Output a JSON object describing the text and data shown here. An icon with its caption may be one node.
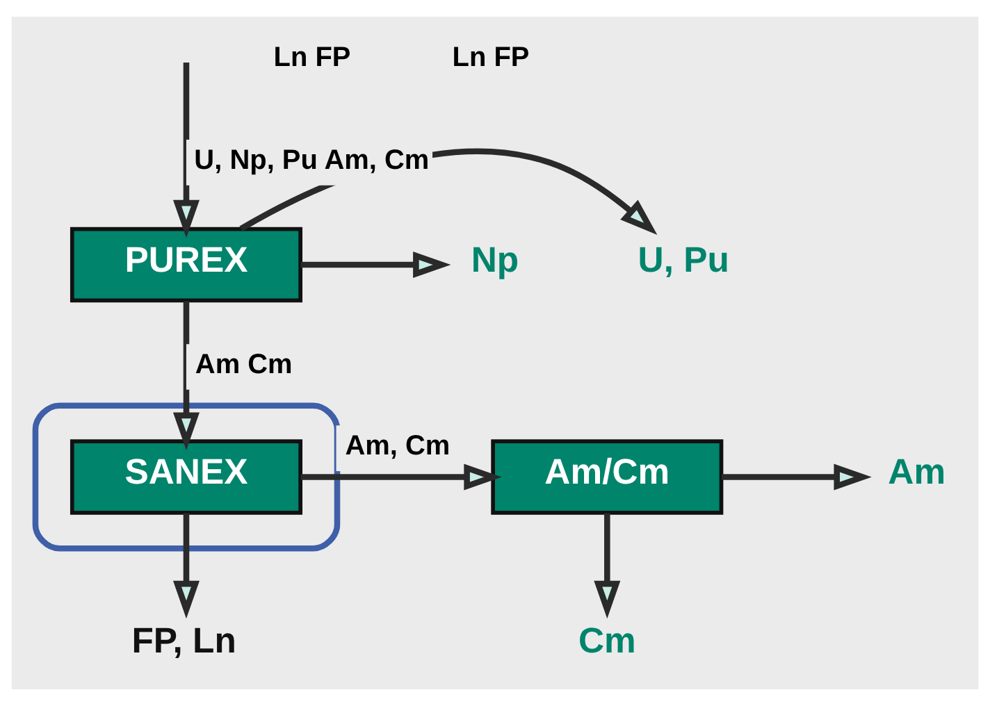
{
  "diagram": {
    "nodes": [
      {
        "text": [
          "PUREX"
        ]
      },
      {
        "text": [],
        "shape": "ellipse"
      },
      {
        "text": [
          "SANEX"
        ],
        "in": 1
      },
      {
        "text": [
          "Am/Cm"
        ]
      },
      {
        "text": [
          "U, Pu"
        ]
      },
      {
        "text": [
          "Np"
        ]
      },
      {
        "text": [
          "Am"
        ]
      },
      {
        "text": [
          "FP, Ln"
        ]
      },
      {
        "text": [
          "Cm"
        ]
      }
    ],
    "edges": [
      {
        "from": null,
        "to": 0,
        "arrow": "to",
        "label": "U, Np, Pu Am, Cm"
      },
      {
        "from": 0,
        "to": 4,
        "arrow": "to"
      },
      {
        "from": 0,
        "to": 5,
        "arrow": "to"
      },
      {
        "from": 0,
        "to": 2,
        "arrow": "to",
        "label": "Am Cm"
      },
      {
        "from": 2,
        "to": 3,
        "arrow": "to",
        "label": "Am, Cm"
      },
      {
        "from": 3,
        "to": 6,
        "arrow": "to"
      },
      {
        "from": 2,
        "to": 7,
        "arrow": "to"
      },
      {
        "from": 3,
        "to": 8,
        "arrow": "to"
      }
    ],
    "labels": [
      "Ln FP",
      "Ln FP"
    ]
  }
}
